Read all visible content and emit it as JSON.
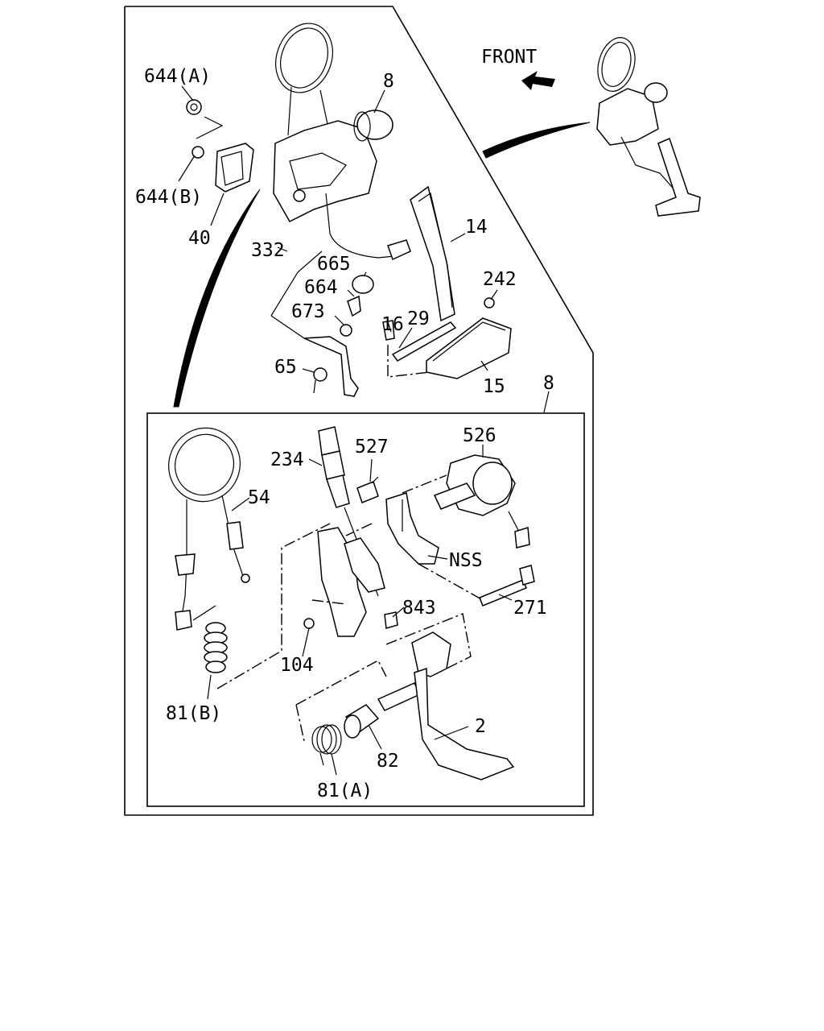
{
  "direction_label": "FRONT",
  "callouts": {
    "c644a": "644(A)",
    "c644b": "644(B)",
    "c40": "40",
    "c8_top": "8",
    "c332": "332",
    "c665": "665",
    "c664": "664",
    "c673": "673",
    "c65": "65",
    "c16": "16",
    "c29": "29",
    "c14": "14",
    "c242": "242",
    "c15": "15",
    "c8_box": "8",
    "c234": "234",
    "c527": "527",
    "c526": "526",
    "c54": "54",
    "cNSS": "NSS",
    "c271": "271",
    "c843": "843",
    "c104": "104",
    "c81b": "81(B)",
    "c2": "2",
    "c82": "82",
    "c81a": "81(A)"
  },
  "icons": [
    "front-arrow-icon",
    "pointer-wedge-icon"
  ]
}
